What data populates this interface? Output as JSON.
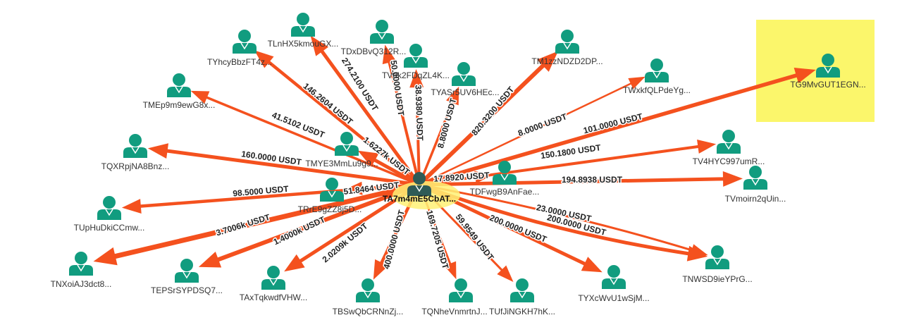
{
  "graph": {
    "accent_color": "#f4511e",
    "node_color": "#119c7f",
    "center_node_color": "#2e5b57",
    "center_highlight_color": "#fff176",
    "selected_highlight_color": "#fbf66b",
    "node_icon": "user-icon",
    "center": {
      "label": "TA7m4mE5CbAT..."
    },
    "selected": "TG9MvGUT1EGN...",
    "edges": [
      {
        "to": "TLnHX5kmouGX...",
        "amount": "274.2100 USDT"
      },
      {
        "to": "TDxDBvQ312R...",
        "amount": "50.0000 USDT"
      },
      {
        "to": "TVdk2FDqZL4K...",
        "amount": "38.9380 USDT"
      },
      {
        "to": "TYASr5UV6HEc...",
        "amount": "8.8000 USDT"
      },
      {
        "to": "TM1zzNDZD2DP...",
        "amount": "820.3200 USDT"
      },
      {
        "to": "TWxkfQLPdeYg...",
        "amount": "8.0000 USDT"
      },
      {
        "to": "TG9MvGUT1EGN...",
        "amount": "101.0000 USDT"
      },
      {
        "to": "TYhcyBbzFT4z...",
        "amount": "146.2604 USDT"
      },
      {
        "to": "TMEp9m9ewG8x...",
        "amount": "41.5102 USDT"
      },
      {
        "to": "TMYE3MmLu9g9...",
        "amount": "1.6227k USDT"
      },
      {
        "to": "TQXRpjNA8Bnz...",
        "amount": "160.0000 USDT"
      },
      {
        "to": "TV4HYC997umR...",
        "amount": "150.1800 USDT"
      },
      {
        "to": "TDFwgB9AnFae...",
        "amount": "17.8920 USDT"
      },
      {
        "to": "TVmoirn2qUin...",
        "amount": "194.8938 USDT"
      },
      {
        "to": "TUpHuDkiCCmw...",
        "amount": "98.5000 USDT"
      },
      {
        "to": "TRrE9gZZ8j5D...",
        "amount": "51.8464 USDT"
      },
      {
        "to": "TNXoiAJ3dct8...",
        "amount": "3.7006k USDT"
      },
      {
        "to": "TEPSrSYPDSQ7...",
        "amount": "1.4000k USDT"
      },
      {
        "to": "TAxTqkwdfVHW...",
        "amount": "2.0209k USDT"
      },
      {
        "to": "TBSwQbCRNnZj...",
        "amount": "400.0000 USDT"
      },
      {
        "to": "TQNheVnmrtnJ...",
        "amount": "169.7205 USDT"
      },
      {
        "to": "TUfJiNGKH7hK...",
        "amount": "59.9549 USDT"
      },
      {
        "to": "TYXcWvU1wSjM...",
        "amount": "200.0000 USDT"
      },
      {
        "to": "TNWSD9ieYPrG...",
        "amount": "23.0000 USDT"
      },
      {
        "to": "TNWSD9ieYPrG...",
        "amount": "200.0000 USDT"
      }
    ]
  }
}
